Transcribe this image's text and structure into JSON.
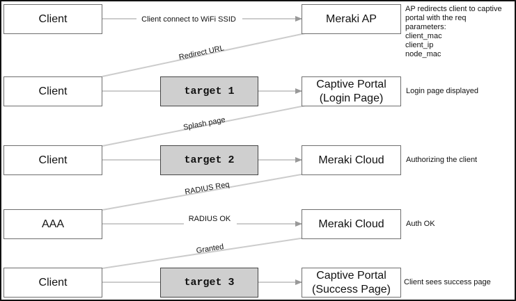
{
  "rows": [
    {
      "left": "Client",
      "right": "Meraki AP",
      "arrow_label": "Client connect to WiFi SSID",
      "note_lines": [
        "AP redirects client to captive",
        "portal with the req",
        "parameters:",
        "client_mac",
        "client_ip",
        "node_mac"
      ]
    },
    {
      "left": "Client",
      "target": "target 1",
      "right_lines": [
        "Captive Portal",
        "(Login Page)"
      ],
      "note": "Login page displayed"
    },
    {
      "left": "Client",
      "target": "target 2",
      "right": "Meraki Cloud",
      "note": "Authorizing the client"
    },
    {
      "left": "AAA",
      "arrow_label": "RADIUS OK",
      "right": "Meraki Cloud",
      "note": "Auth OK"
    },
    {
      "left": "Client",
      "target": "target 3",
      "right_lines": [
        "Captive Portal",
        "(Success Page)"
      ],
      "note": "Client sees success page"
    }
  ],
  "diagonals": [
    "Redirect URL",
    "Splash page",
    "RADIUS Req",
    "Granted"
  ],
  "colors": {
    "arrow": "#cccccc",
    "arrowhead": "#999999",
    "target_fill": "#cfcfcf"
  }
}
